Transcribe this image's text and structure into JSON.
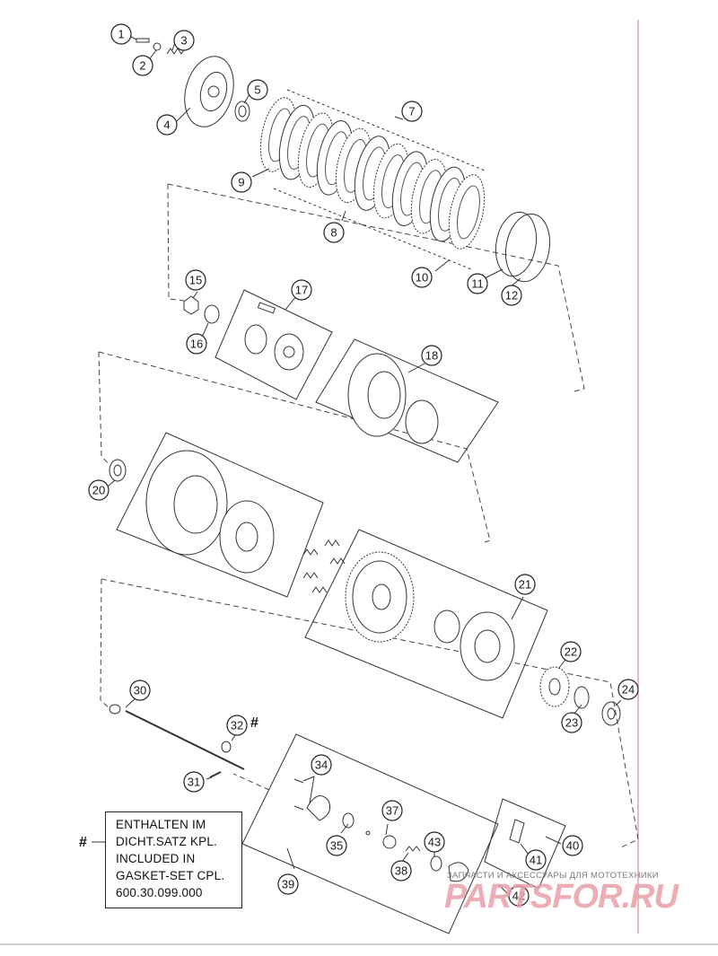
{
  "callouts": [
    {
      "id": "1",
      "label": "1"
    },
    {
      "id": "2",
      "label": "2"
    },
    {
      "id": "3",
      "label": "3"
    },
    {
      "id": "4",
      "label": "4"
    },
    {
      "id": "5",
      "label": "5"
    },
    {
      "id": "7",
      "label": "7"
    },
    {
      "id": "8",
      "label": "8"
    },
    {
      "id": "9",
      "label": "9"
    },
    {
      "id": "10",
      "label": "10"
    },
    {
      "id": "11",
      "label": "11"
    },
    {
      "id": "12",
      "label": "12"
    },
    {
      "id": "15",
      "label": "15"
    },
    {
      "id": "16",
      "label": "16"
    },
    {
      "id": "17",
      "label": "17"
    },
    {
      "id": "18",
      "label": "18"
    },
    {
      "id": "20",
      "label": "20"
    },
    {
      "id": "21",
      "label": "21"
    },
    {
      "id": "22",
      "label": "22"
    },
    {
      "id": "23",
      "label": "23"
    },
    {
      "id": "24",
      "label": "24"
    },
    {
      "id": "30",
      "label": "30"
    },
    {
      "id": "31",
      "label": "31"
    },
    {
      "id": "32",
      "label": "32"
    },
    {
      "id": "34",
      "label": "34"
    },
    {
      "id": "35",
      "label": "35"
    },
    {
      "id": "37",
      "label": "37"
    },
    {
      "id": "38",
      "label": "38"
    },
    {
      "id": "39",
      "label": "39"
    },
    {
      "id": "40",
      "label": "40"
    },
    {
      "id": "41",
      "label": "41"
    },
    {
      "id": "42",
      "label": "42"
    },
    {
      "id": "43",
      "label": "43"
    }
  ],
  "note": {
    "marker": "#",
    "lines": [
      "ENTHALTEN IM",
      "DICHT.SATZ KPL.",
      "INCLUDED IN",
      "GASKET-SET CPL.",
      "600.30.099.000"
    ]
  },
  "marker_32": "#",
  "watermark": {
    "tagline": "ЗАПЧАСТИ И АКСЕССУАРЫ ДЛЯ МОТОТЕХНИКИ",
    "brand": "PARTSFOR.RU"
  },
  "colors": {
    "line": "#333333",
    "margin_rule": "#e07070",
    "watermark": "#e8a0a8"
  }
}
